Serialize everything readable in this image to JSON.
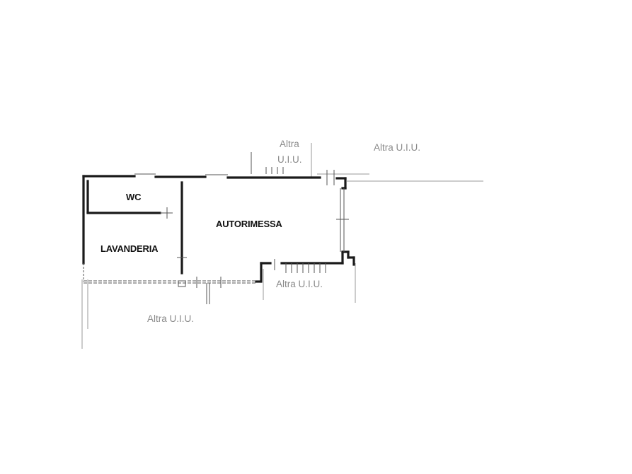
{
  "rooms": {
    "wc": "WC",
    "lavanderia": "LAVANDERIA",
    "autorimessa": "AUTORIMESSA"
  },
  "neighbors": {
    "top_center_line1": "Altra",
    "top_center_line2": "U.I.U.",
    "top_right": "Altra U.I.U.",
    "bottom_right": "Altra U.I.U.",
    "bottom_left": "Altra U.I.U."
  },
  "colors": {
    "wall": "#1a1a1a",
    "neighbor_text": "#8a8a8a"
  }
}
